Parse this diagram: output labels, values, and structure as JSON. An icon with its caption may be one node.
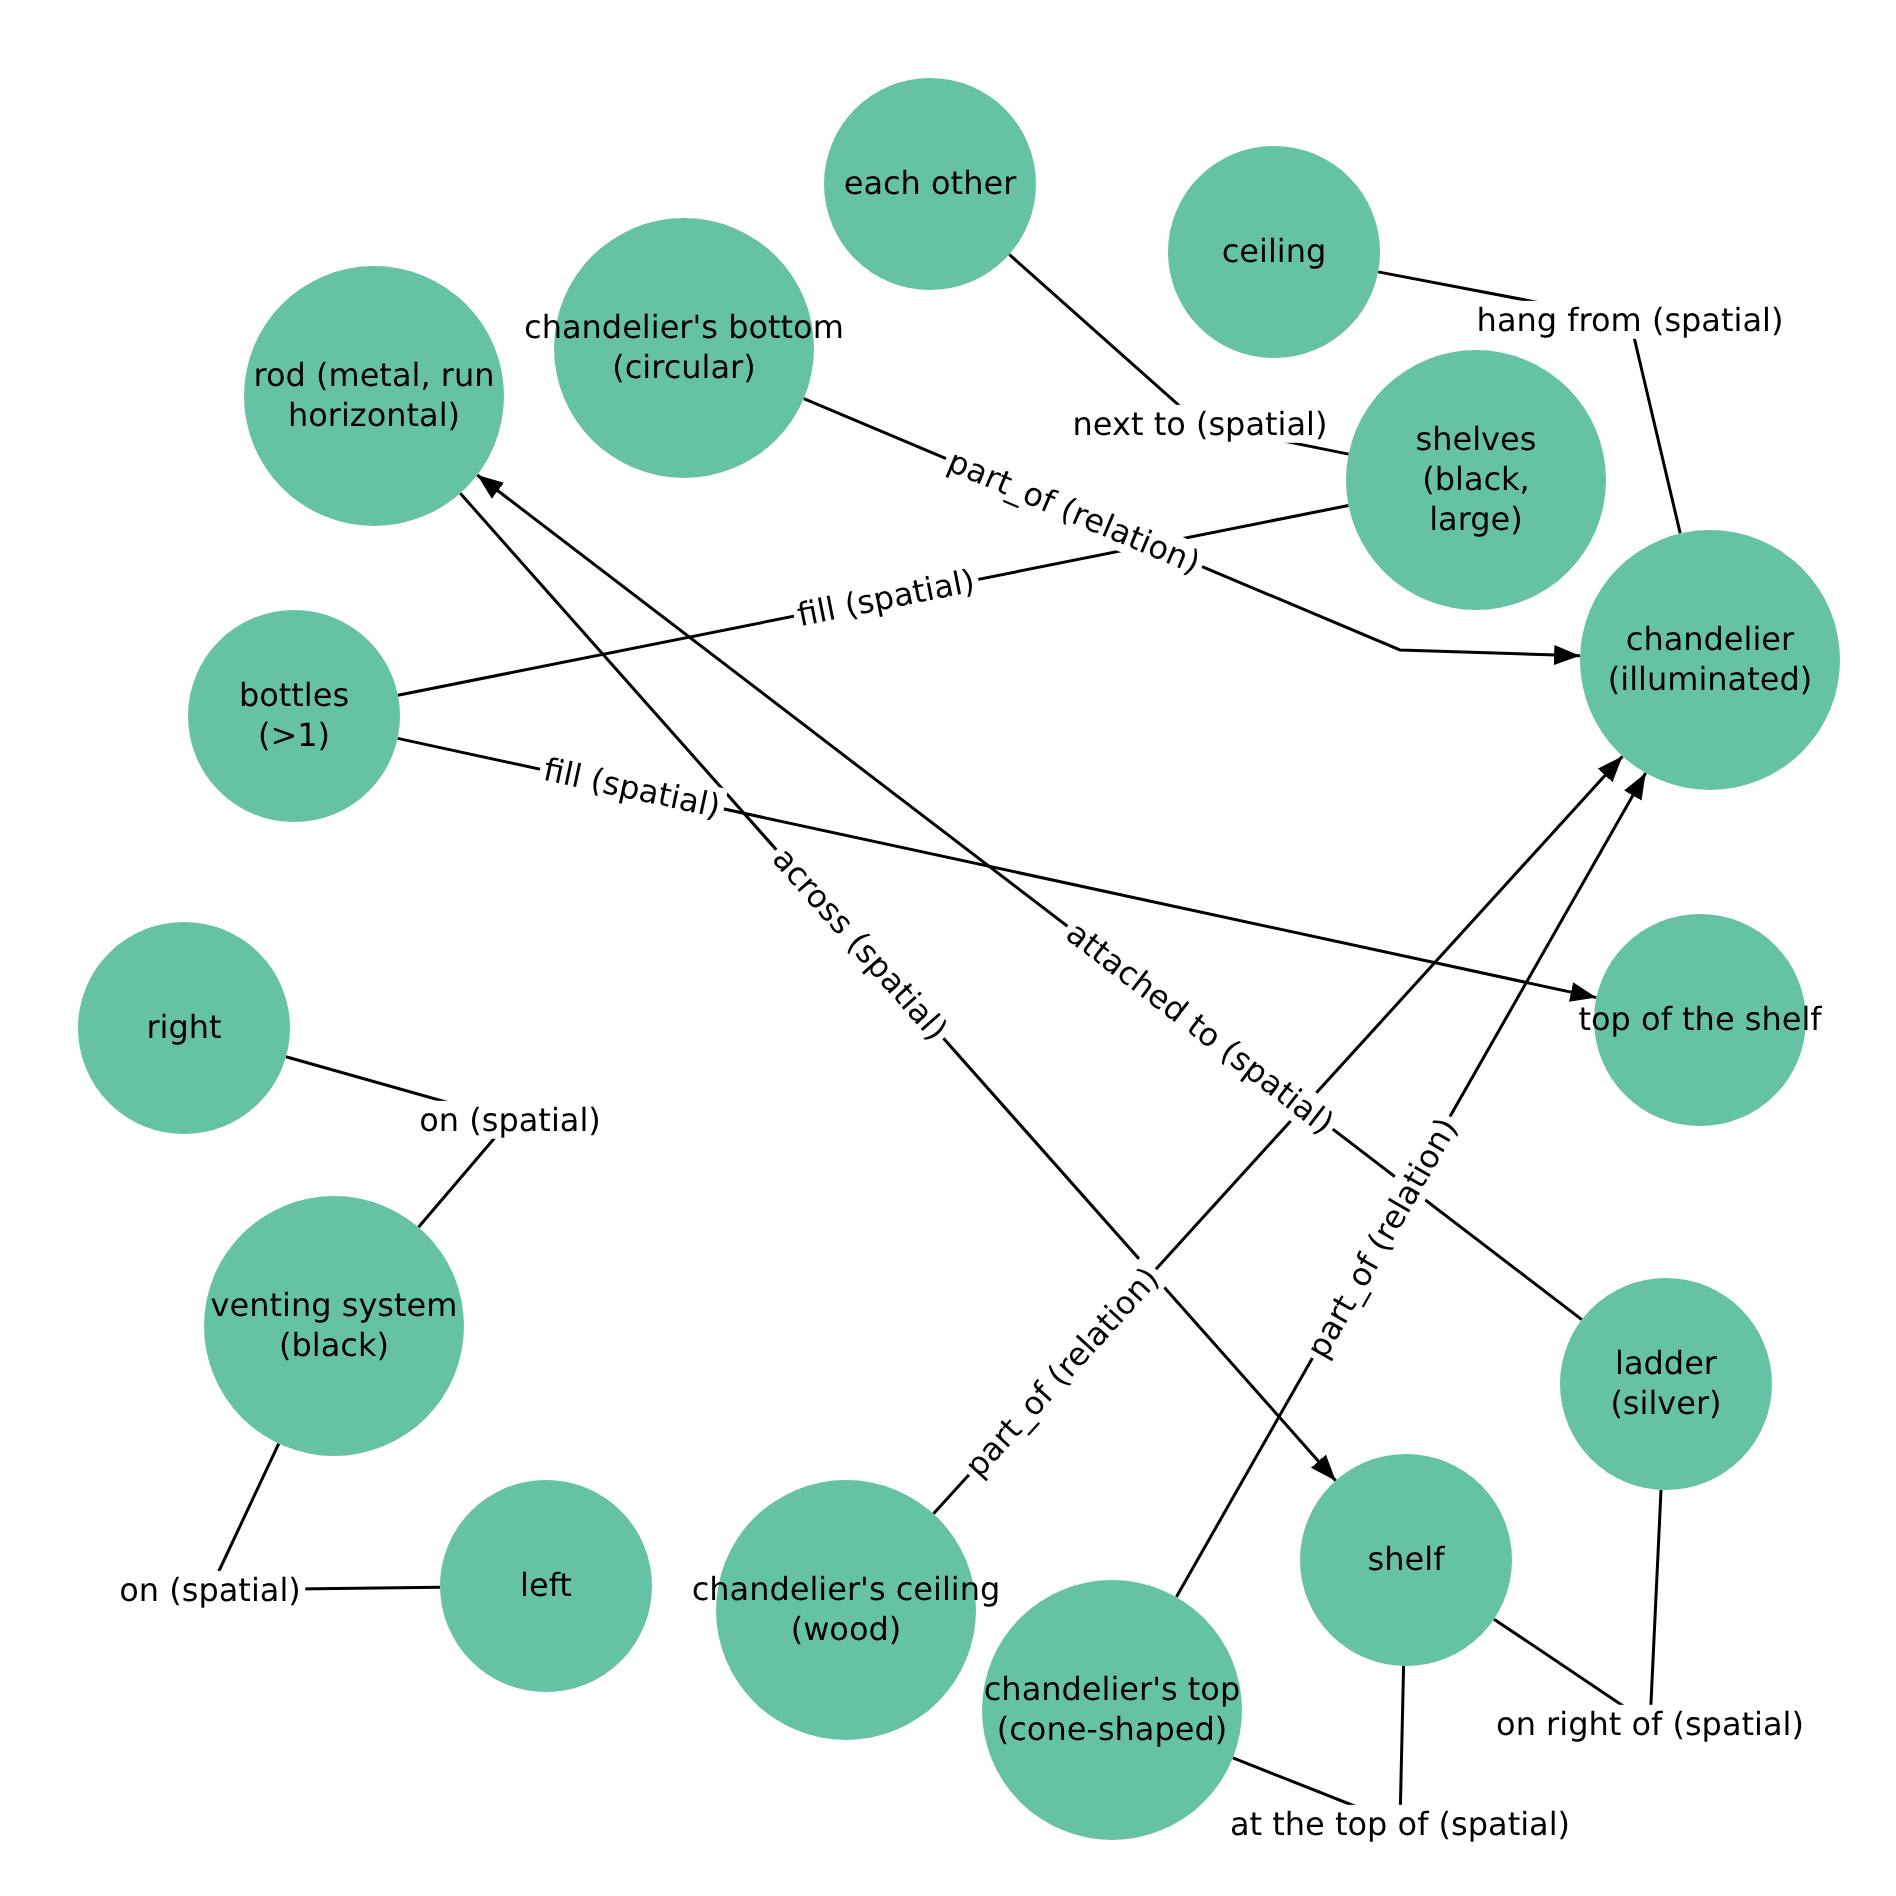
{
  "diagram": {
    "nodes": [
      {
        "text": [
          "each other"
        ]
      },
      {
        "text": [
          "ceiling"
        ]
      },
      {
        "text": [
          "rod (metal, run horizontal)"
        ]
      },
      {
        "text": [
          "chandelier's bottom (circular)"
        ]
      },
      {
        "text": [
          "shelves (black, large)"
        ]
      },
      {
        "text": [
          "chandelier (illuminated)"
        ]
      },
      {
        "text": [
          "bottles (>1)"
        ]
      },
      {
        "text": [
          "top of the shelf"
        ]
      },
      {
        "text": [
          "right"
        ]
      },
      {
        "text": [
          "venting system (black)"
        ]
      },
      {
        "text": [
          "ladder (silver)"
        ]
      },
      {
        "text": [
          "left"
        ]
      },
      {
        "text": [
          "chandelier's ceiling (wood)"
        ]
      },
      {
        "text": [
          "shelf"
        ]
      },
      {
        "text": [
          "chandelier's top (cone-shaped)"
        ]
      }
    ],
    "edges": [
      {
        "from": 3,
        "to": 5,
        "arrow": "to",
        "label": "part_of (relation)"
      },
      {
        "from": 6,
        "to": 4,
        "arrow": "none",
        "label": "fill (spatial)"
      },
      {
        "from": 6,
        "to": 7,
        "arrow": "to",
        "label": "fill (spatial)"
      },
      {
        "from": 10,
        "to": 2,
        "arrow": "to",
        "label": "attached to (spatial)"
      },
      {
        "from": 2,
        "to": 13,
        "arrow": "to",
        "label": "across (spatial)"
      },
      {
        "from": 12,
        "to": 5,
        "arrow": "to",
        "label": "part_of (relation)"
      },
      {
        "from": 14,
        "to": 5,
        "arrow": "to",
        "label": "part_of (relation)"
      },
      {
        "from": 0,
        "to": 4,
        "arrow": "none",
        "label": "next to (spatial)"
      },
      {
        "from": 1,
        "to": 5,
        "arrow": "none",
        "label": "hang from (spatial)"
      },
      {
        "from": 8,
        "to": 9,
        "arrow": "none",
        "label": "on (spatial)"
      },
      {
        "from": 9,
        "to": 11,
        "arrow": "none",
        "label": "on (spatial)"
      },
      {
        "from": 13,
        "to": 10,
        "arrow": "none",
        "label": "on right of (spatial)"
      },
      {
        "from": 14,
        "to": 13,
        "arrow": "none",
        "label": "at the top of (spatial)"
      }
    ]
  }
}
